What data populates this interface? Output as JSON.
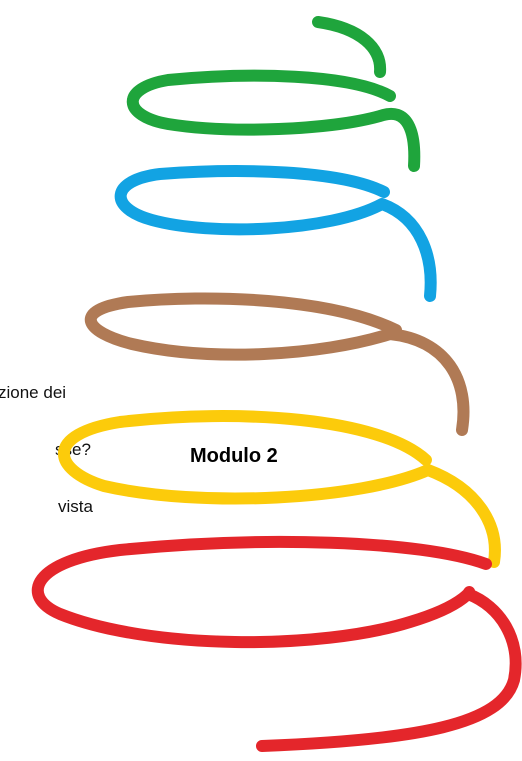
{
  "diagram": {
    "type": "spiral",
    "side_text_lines": [
      "zione dei",
      "sse?",
      "vista"
    ],
    "module_label": "Modulo 2",
    "colors": {
      "green": "#1fa53c",
      "blue": "#12a3e3",
      "brown": "#b07a55",
      "yellow": "#fccb0b",
      "red": "#e4262b",
      "text": "#000000"
    }
  }
}
